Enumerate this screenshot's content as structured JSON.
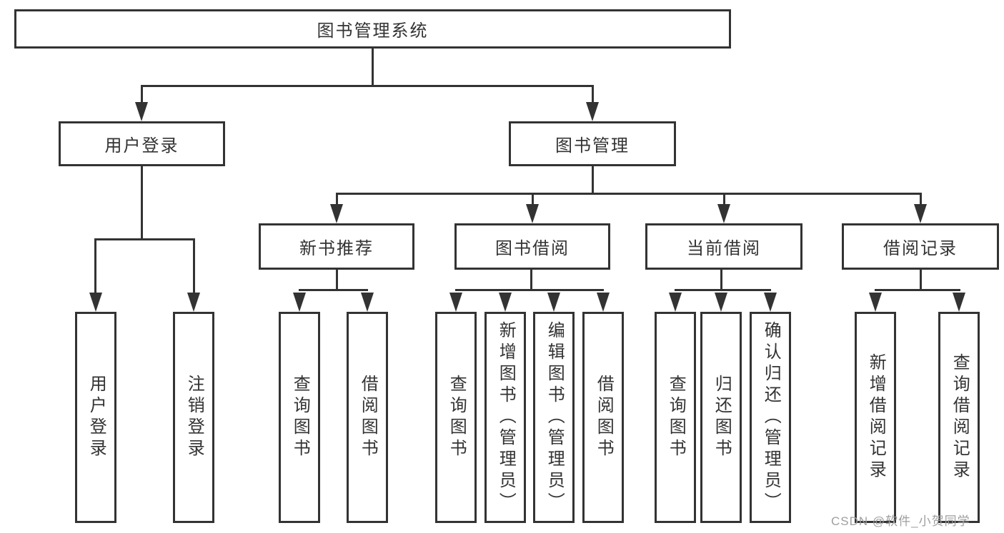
{
  "style": {
    "line_color": "#333333",
    "box_border_color": "#333333",
    "box_fill": "#ffffff",
    "text_color": "#333333",
    "watermark_color": "#9e9e9e",
    "background": "#ffffff"
  },
  "tree": {
    "label": "图书管理系统",
    "children": [
      {
        "label": "用户登录",
        "children": [
          {
            "label": "用户登录"
          },
          {
            "label": "注销登录"
          }
        ]
      },
      {
        "label": "图书管理",
        "children": [
          {
            "label": "新书推荐",
            "children": [
              {
                "label": "查询图书"
              },
              {
                "label": "借阅图书"
              }
            ]
          },
          {
            "label": "图书借阅",
            "children": [
              {
                "label": "查询图书"
              },
              {
                "label": "新增图书（管理员）"
              },
              {
                "label": "编辑图书（管理员）"
              },
              {
                "label": "借阅图书"
              }
            ]
          },
          {
            "label": "当前借阅",
            "children": [
              {
                "label": "查询图书"
              },
              {
                "label": "归还图书"
              },
              {
                "label": "确认归还（管理员）"
              }
            ]
          },
          {
            "label": "借阅记录",
            "children": [
              {
                "label": "新增借阅记录"
              },
              {
                "label": "查询借阅记录"
              }
            ]
          }
        ]
      }
    ]
  },
  "watermark": {
    "text": "CSDN @软件_小贺同学"
  }
}
